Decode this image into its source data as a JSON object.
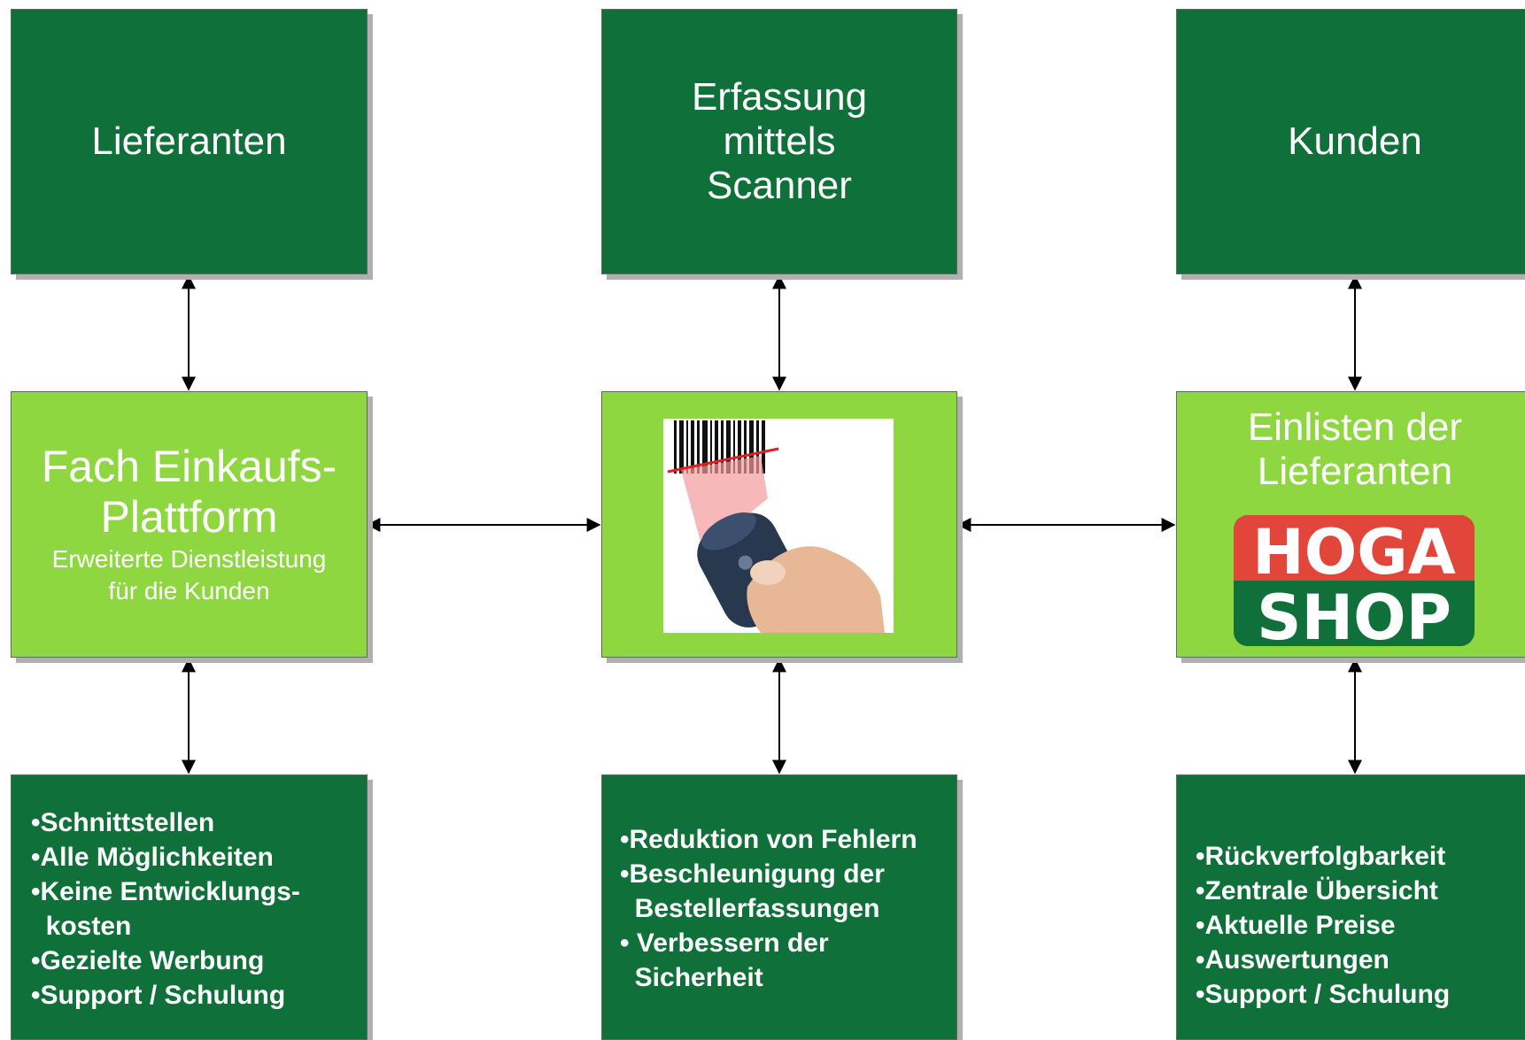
{
  "top": {
    "left_label": "Lieferanten",
    "center_lines": [
      "Erfassung",
      "mittels",
      "Scanner"
    ],
    "right_label": "Kunden"
  },
  "middle": {
    "left_title_lines": [
      "Fach Einkaufs-",
      "Plattform"
    ],
    "left_subtitle_lines": [
      "Erweiterte Dienstleistung",
      "für die Kunden"
    ],
    "center_image": "barcode-scanner-image",
    "right_title_lines": [
      "Einlisten der",
      "Lieferanten"
    ],
    "right_logo": {
      "top": "HOGA",
      "bottom": "SHOP"
    }
  },
  "bottom": {
    "left_items": [
      "•Schnittstellen",
      "•Alle Möglichkeiten",
      "•Keine Entwicklungs-",
      "  kosten",
      "•Gezielte Werbung",
      "•Support / Schulung"
    ],
    "center_items": [
      "•Reduktion von Fehlern",
      "•Beschleunigung der",
      "  Bestellerfassungen",
      "• Verbessern der",
      "  Sicherheit"
    ],
    "right_items": [
      "•Rückverfolgbarkeit",
      "•Zentrale Übersicht",
      "•Aktuelle Preise",
      "•Auswertungen",
      "•Support / Schulung"
    ]
  },
  "colors": {
    "dark_green": "#0f703a",
    "light_green": "#8fd740",
    "logo_red": "#e2453a"
  }
}
